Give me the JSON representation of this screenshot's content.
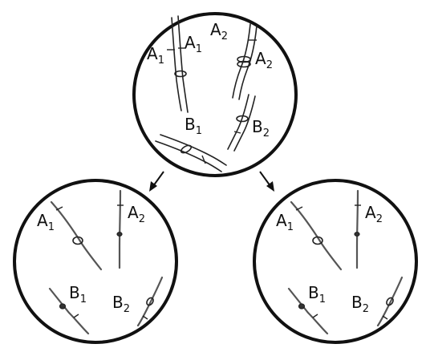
{
  "labels": {
    "a1": {
      "letter": "A",
      "sub": "1"
    },
    "a2": {
      "letter": "A",
      "sub": "2"
    },
    "b1": {
      "letter": "B",
      "sub": "1"
    },
    "b2": {
      "letter": "B",
      "sub": "2"
    }
  },
  "cells": {
    "parent": {
      "label_refs": [
        "a1",
        "a1",
        "a2",
        "a2",
        "b1",
        "b2"
      ]
    },
    "daughter_left": {
      "label_refs": [
        "a1",
        "a2",
        "b1",
        "b2"
      ]
    },
    "daughter_right": {
      "label_refs": [
        "a1",
        "a2",
        "b1",
        "b2"
      ]
    }
  },
  "colors": {
    "outline": "#111111",
    "chromosome": "#222222",
    "background": "#ffffff"
  }
}
